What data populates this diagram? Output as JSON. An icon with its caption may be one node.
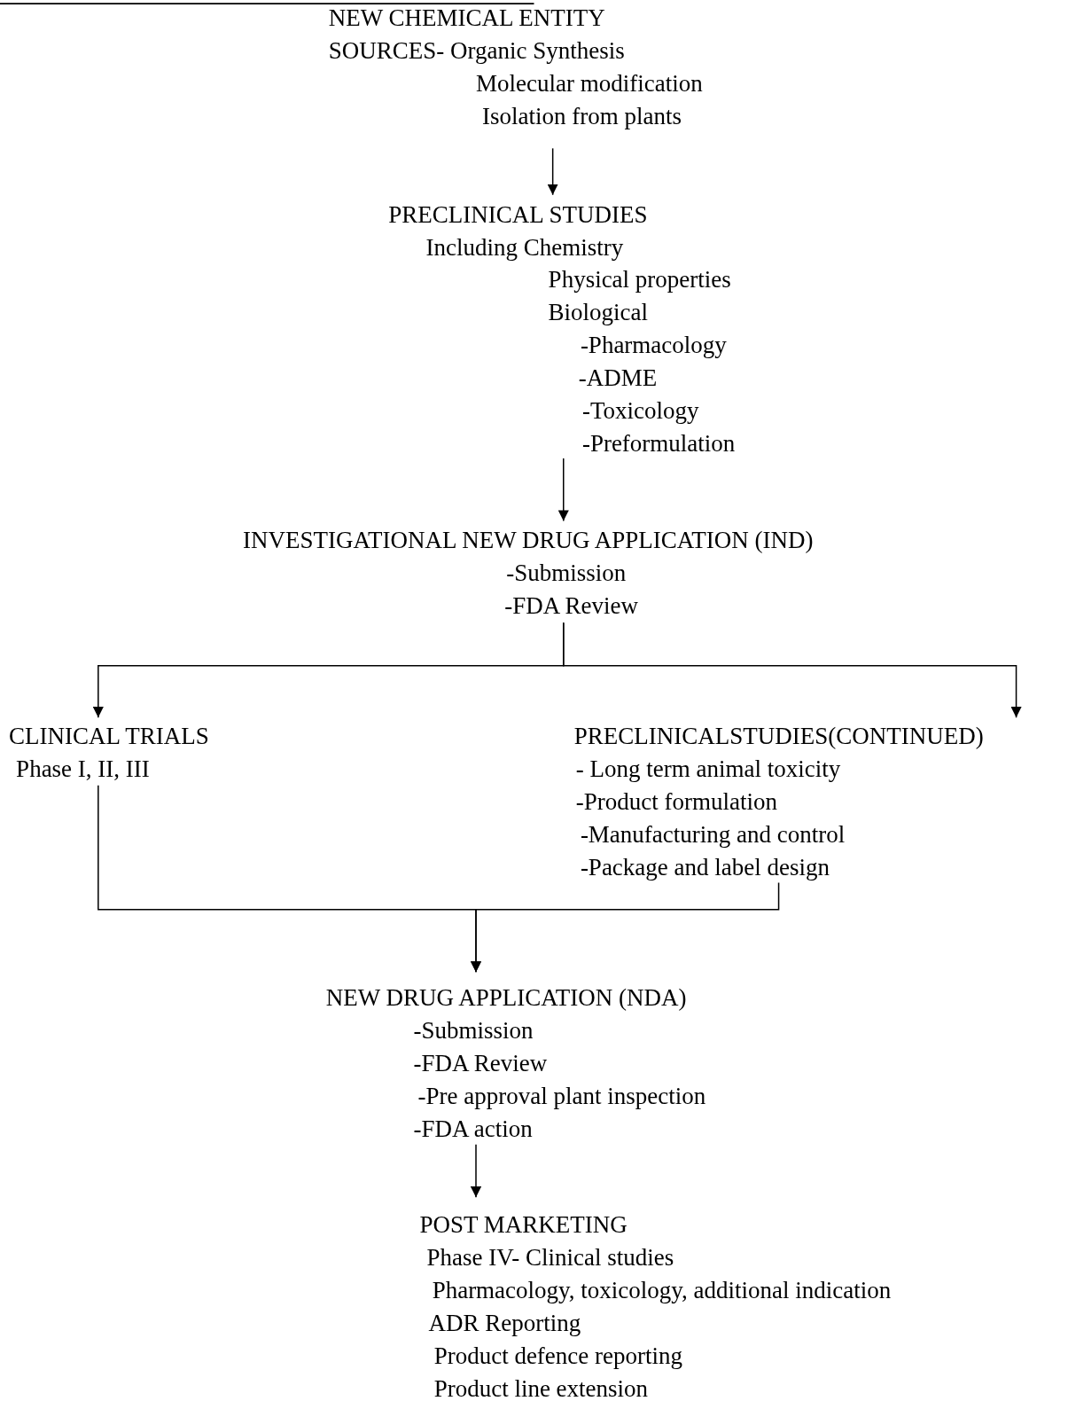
{
  "diagram": {
    "nodes": [
      {
        "text": [
          "NEW CHEMICAL ENTITY",
          "SOURCES- Organic Synthesis",
          "Molecular modification",
          "Isolation from plants"
        ]
      },
      {
        "text": [
          "PRECLINICAL STUDIES",
          "Including Chemistry",
          "Physical properties",
          "Biological",
          "-Pharmacology",
          "-ADME",
          "-Toxicology",
          "-Preformulation"
        ]
      },
      {
        "text": [
          "INVESTIGATIONAL NEW DRUG APPLICATION (IND)",
          "-Submission",
          "-FDA Review"
        ]
      },
      {
        "text": [
          "CLINICAL TRIALS",
          "Phase I, II, III"
        ]
      },
      {
        "text": [
          "PRECLINICALSTUDIES(CONTINUED)",
          "- Long term animal toxicity",
          "-Product formulation",
          "-Manufacturing and control",
          "-Package and label design"
        ]
      },
      {
        "text": [
          "NEW DRUG APPLICATION (NDA)",
          "-Submission",
          "-FDA Review",
          "-Pre approval plant inspection",
          "-FDA action"
        ]
      },
      {
        "text": [
          "POST MARKETING",
          "Phase IV- Clinical studies",
          "Pharmacology, toxicology, additional indication",
          "ADR Reporting",
          "Product defence reporting",
          "Product line extension"
        ]
      }
    ],
    "edges": [
      {
        "from": 0,
        "to": 1,
        "arrow": "to"
      },
      {
        "from": 1,
        "to": 2,
        "arrow": "to"
      },
      {
        "from": 2,
        "to": 3,
        "arrow": "to"
      },
      {
        "from": 2,
        "to": 4,
        "arrow": "to"
      },
      {
        "from": 3,
        "to": 5,
        "arrow": "to"
      },
      {
        "from": 4,
        "to": 5,
        "arrow": "to"
      },
      {
        "from": 5,
        "to": 6,
        "arrow": "to"
      }
    ]
  }
}
